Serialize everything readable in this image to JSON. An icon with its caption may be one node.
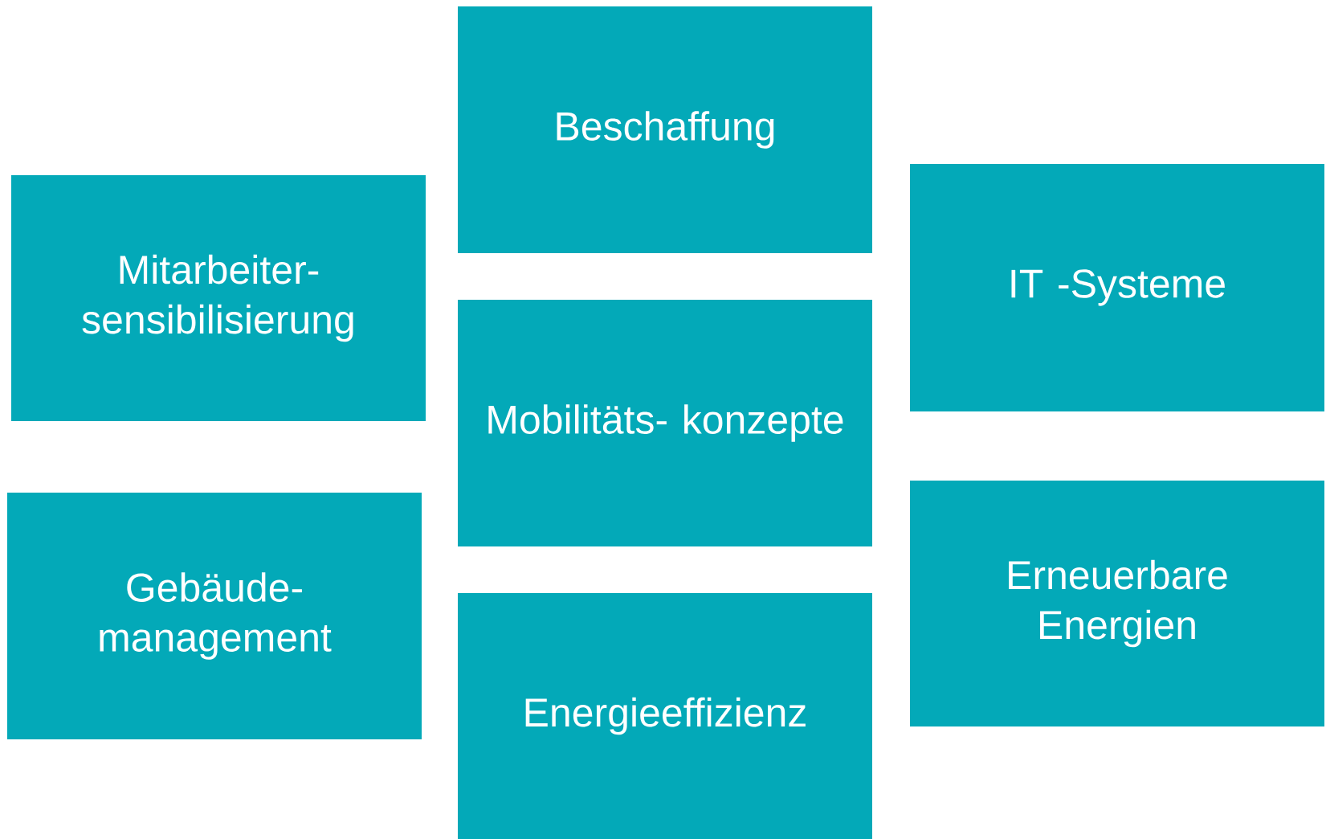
{
  "diagram": {
    "nodes": [
      {
        "text": [
          "Beschaffung"
        ]
      },
      {
        "text": [
          "IT -Systeme"
        ]
      },
      {
        "text": [
          "Mitarbeiter- sensibilisierung"
        ]
      },
      {
        "text": [
          "Mobilitäts- konzepte"
        ]
      },
      {
        "text": [
          "Erneuerbare Energien"
        ]
      },
      {
        "text": [
          "Gebäude- management"
        ]
      },
      {
        "text": [
          "Energieeffizienz"
        ]
      }
    ]
  }
}
